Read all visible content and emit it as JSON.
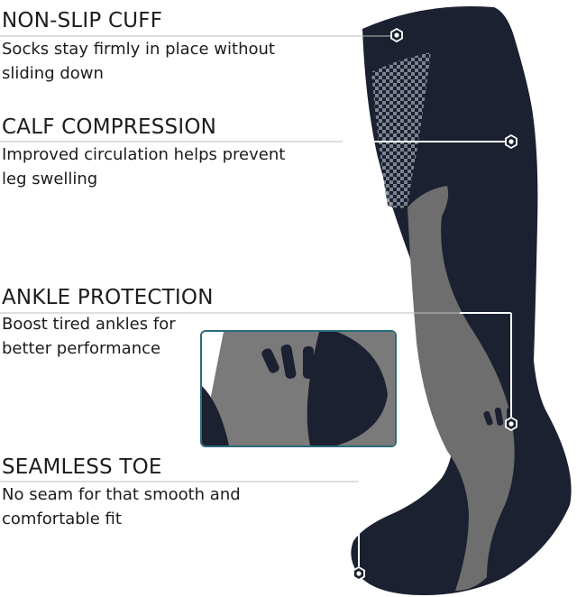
{
  "features": [
    {
      "title": "NON-SLIP CUFF",
      "description": "Socks stay firmly in place without\nsliding down",
      "marker": "hexagon-marker"
    },
    {
      "title": "CALF COMPRESSION",
      "description": "Improved circulation helps prevent\nleg swelling",
      "marker": "hexagon-marker"
    },
    {
      "title": "ANKLE PROTECTION",
      "description": "Boost tired ankles for\nbetter performance",
      "marker": "hexagon-marker"
    },
    {
      "title": "SEAMLESS TOE",
      "description": "No seam for that smooth and\ncomfortable fit",
      "marker": "hexagon-marker"
    }
  ],
  "colors": {
    "sock_navy": "#1b2130",
    "sock_gray": "#6e6e6e",
    "inset_border": "#2c6b7e",
    "text": "#1c1c1c",
    "leader_line": "#bdbdbd"
  }
}
